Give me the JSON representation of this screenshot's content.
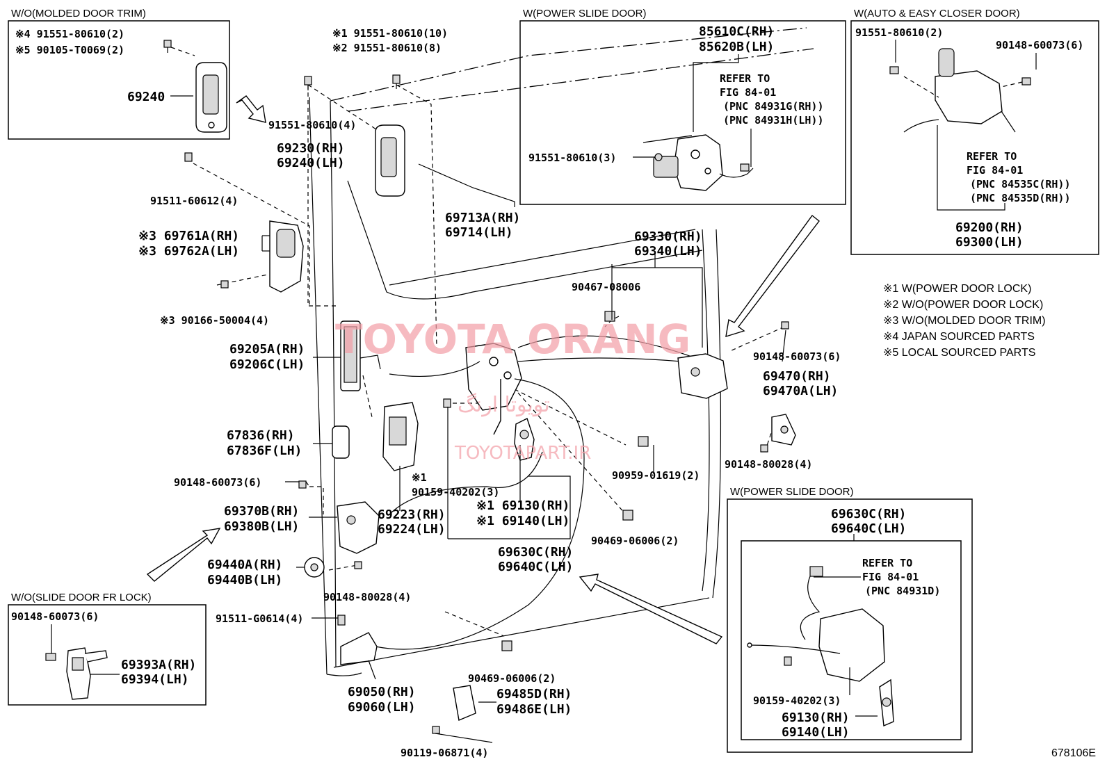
{
  "boxes": {
    "molded_trim": {
      "title": "W/O(MOLDED DOOR TRIM)",
      "note4": "※4 91551-80610(2)",
      "note5": "※5 90105-T0069(2)",
      "part": "69240"
    },
    "power_slide_top": {
      "title": "W(POWER SLIDE DOOR)",
      "pn1": "85610C(RH)",
      "pn2": "85620B(LH)",
      "refer1": "REFER TO",
      "refer2": "FIG 84-01",
      "refer3": "(PNC 84931G(RH))",
      "refer4": "(PNC 84931H(LH))",
      "bolt": "91551-80610(3)"
    },
    "auto_closer": {
      "title": "W(AUTO & EASY CLOSER DOOR)",
      "bolt1": "91551-80610(2)",
      "bolt2": "90148-60073(6)",
      "refer1": "REFER TO",
      "refer2": "FIG 84-01",
      "refer3": "(PNC 84535C(RH))",
      "refer4": "(PNC 84535D(RH))",
      "pn1": "69200(RH)",
      "pn2": "69300(LH)"
    },
    "power_slide_bottom": {
      "title": "W(POWER SLIDE DOOR)",
      "pn1": "69630C(RH)",
      "pn2": "69640C(LH)",
      "refer1": "REFER TO",
      "refer2": "FIG 84-01",
      "refer3": "(PNC 84931D)",
      "bolt": "90159-40202(3)",
      "pn3": "69130(RH)",
      "pn4": "69140(LH)"
    },
    "slide_fr_lock": {
      "title": "W/O(SLIDE DOOR FR LOCK)",
      "bolt": "90148-60073(6)",
      "pn1": "69393A(RH)",
      "pn2": "69394(LH)"
    }
  },
  "notes": [
    "※1 W(POWER DOOR LOCK)",
    "※2 W/O(POWER DOOR LOCK)",
    "※3 W/O(MOLDED DOOR TRIM)",
    "※4 JAPAN SOURCED PARTS",
    "※5 LOCAL SOURCED PARTS"
  ],
  "labels": {
    "l_x1": "※1 91551-80610(10)",
    "l_x2": "※2 91551-80610(8)",
    "l_91551_4": "91551-80610(4)",
    "l_69230": "69230(RH)",
    "l_69240lh": "69240(LH)",
    "l_91511": "91511-60612(4)",
    "l_69713": "69713A(RH)",
    "l_69714": "69714(LH)",
    "l_69761": "※3 69761A(RH)",
    "l_69762": "※3 69762A(LH)",
    "l_90166": "※3 90166-50004(4)",
    "l_69330": "69330(RH)",
    "l_69340": "69340(LH)",
    "l_90467": "90467-08006",
    "l_69205": "69205A(RH)",
    "l_69206": "69206C(LH)",
    "l_90148_r": "90148-60073(6)",
    "l_69470": "69470(RH)",
    "l_69470a": "69470A(LH)",
    "l_67836": "67836(RH)",
    "l_67836f": "67836F(LH)",
    "l_90148_l": "90148-60073(6)",
    "l_90959": "90959-01619(2)",
    "l_90148_80028_r": "90148-80028(4)",
    "l_x1b": "※1",
    "l_90159": "90159-40202(3)",
    "l_69370": "69370B(RH)",
    "l_69380": "69380B(LH)",
    "l_69223": "69223(RH)",
    "l_69224": "69224(LH)",
    "l_69130": "※1 69130(RH)",
    "l_69140": "※1 69140(LH)",
    "l_90469a": "90469-06006(2)",
    "l_69440a": "69440A(RH)",
    "l_69440b": "69440B(LH)",
    "l_69630": "69630C(RH)",
    "l_69640": "69640C(LH)",
    "l_90148_80028_l": "90148-80028(4)",
    "l_91511g": "91511-G0614(4)",
    "l_90469b": "90469-06006(2)",
    "l_69050": "69050(RH)",
    "l_69060": "69060(LH)",
    "l_69485": "69485D(RH)",
    "l_69486": "69486E(LH)",
    "l_90119": "90119-06871(4)"
  },
  "watermark": {
    "main": "TOYOTA ORANG",
    "fa": "تویوتا ارنگ",
    "url": "TOYOTAPART.IR"
  },
  "figure_code": "678106E"
}
